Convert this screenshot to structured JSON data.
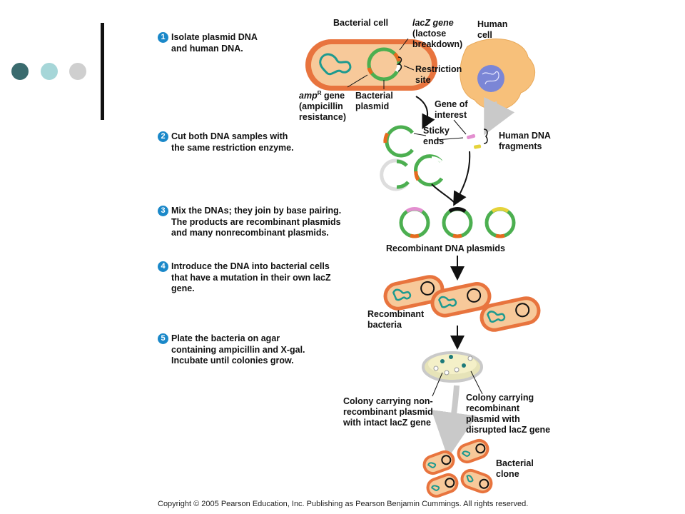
{
  "slide": {
    "dots": [
      {
        "color": "#3a6b6e"
      },
      {
        "color": "#a6d6d8"
      },
      {
        "color": "#cfcfcf"
      }
    ]
  },
  "steps": [
    {
      "number": "1",
      "lines": [
        "Isolate plasmid DNA",
        "and human DNA."
      ]
    },
    {
      "number": "2",
      "lines": [
        "Cut both DNA samples with",
        "the same restriction enzyme."
      ]
    },
    {
      "number": "3",
      "lines": [
        "Mix the DNAs; they join by base pairing.",
        "The products are recombinant plasmids",
        "and many nonrecombinant plasmids."
      ]
    },
    {
      "number": "4",
      "lines": [
        "Introduce the DNA into bacterial cells",
        "that have a mutation in their own lacZ",
        "gene."
      ]
    },
    {
      "number": "5",
      "lines": [
        "Plate the bacteria on agar",
        "containing ampicillin and X-gal.",
        "Incubate until colonies grow."
      ]
    }
  ],
  "labels": {
    "bacterial_cell": "Bacterial cell",
    "lacz_gene": [
      "lacZ gene",
      "(lactose",
      "breakdown)"
    ],
    "human_cell": [
      "Human",
      "cell"
    ],
    "restriction_site": [
      "Restriction",
      "site"
    ],
    "ampr_gene": [
      "amp",
      "R",
      " gene",
      "(ampicillin",
      "resistance)"
    ],
    "bacterial_plasmid": [
      "Bacterial",
      "plasmid"
    ],
    "gene_of_interest": [
      "Gene of",
      "interest"
    ],
    "sticky_ends": [
      "Sticky",
      "ends"
    ],
    "human_dna_fragments": [
      "Human DNA",
      "fragments"
    ],
    "recombinant_dna_plasmids": "Recombinant DNA plasmids",
    "recombinant_bacteria": [
      "Recombinant",
      "bacteria"
    ],
    "colony_nonrecombinant": [
      "Colony carrying non-",
      "recombinant plasmid",
      "with intact lacZ gene"
    ],
    "colony_recombinant": [
      "Colony carrying",
      "recombinant",
      "plasmid with",
      "disrupted lacZ gene"
    ],
    "bacterial_clone": [
      "Bacterial",
      "clone"
    ]
  },
  "copyright": "Copyright © 2005 Pearson Education, Inc. Publishing as Pearson Benjamin Cummings. All rights reserved.",
  "colors": {
    "step_badge": "#1a88c9",
    "cell_outer": "#e8743e",
    "cell_inner": "#f7c99a",
    "plasmid": "#4caf50",
    "human_cell": "#f7c07a",
    "nucleus": "#7b86d6",
    "dna_teal": "#1d9a8f",
    "orange_segment": "#e86a1e",
    "pink_fragment": "#e38fd0",
    "yellow_fragment": "#e5d33a"
  }
}
